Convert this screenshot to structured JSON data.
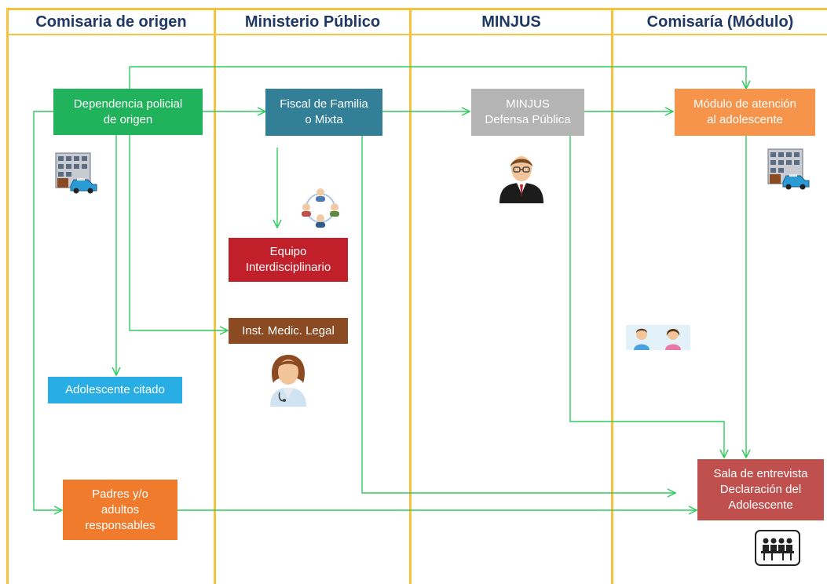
{
  "lanes": {
    "lane1": "Comisaria de origen",
    "lane2": "Ministerio Público",
    "lane3": "MINJUS",
    "lane4": "Comisaría (Módulo)"
  },
  "nodes": {
    "dependencia": [
      "Dependencia policial",
      "de origen"
    ],
    "fiscal": [
      "Fiscal de Familia",
      "o Mixta"
    ],
    "minjus": [
      "MINJUS",
      "Defensa Pública"
    ],
    "modulo": [
      "Módulo de atención",
      "al adolescente"
    ],
    "equipo": [
      "Equipo",
      "Interdisciplinario"
    ],
    "medicina": [
      "Inst. Medic. Legal"
    ],
    "adolescente": [
      "Adolescente citado"
    ],
    "padres": [
      "Padres y/o",
      "adultos",
      "responsables"
    ],
    "sala": [
      "Sala de entrevista",
      "Declaración del",
      "Adolescente"
    ]
  },
  "colors": {
    "lane_border": "#f7c23e",
    "lane_title": "#1f3864",
    "arrow": "#2ecc5f",
    "dependencia": "#21b25c",
    "fiscal": "#327f97",
    "minjus": "#b4b4b4",
    "modulo": "#f5944a",
    "equipo": "#c1202b",
    "medicina": "#8b4a22",
    "adolescente": "#28aee4",
    "padres": "#f07b2d",
    "sala": "#c0504d"
  },
  "icons": [
    "police-station-icon",
    "team-circle-icon",
    "defender-person-icon",
    "doctor-icon",
    "children-icon",
    "meeting-room-icon"
  ]
}
